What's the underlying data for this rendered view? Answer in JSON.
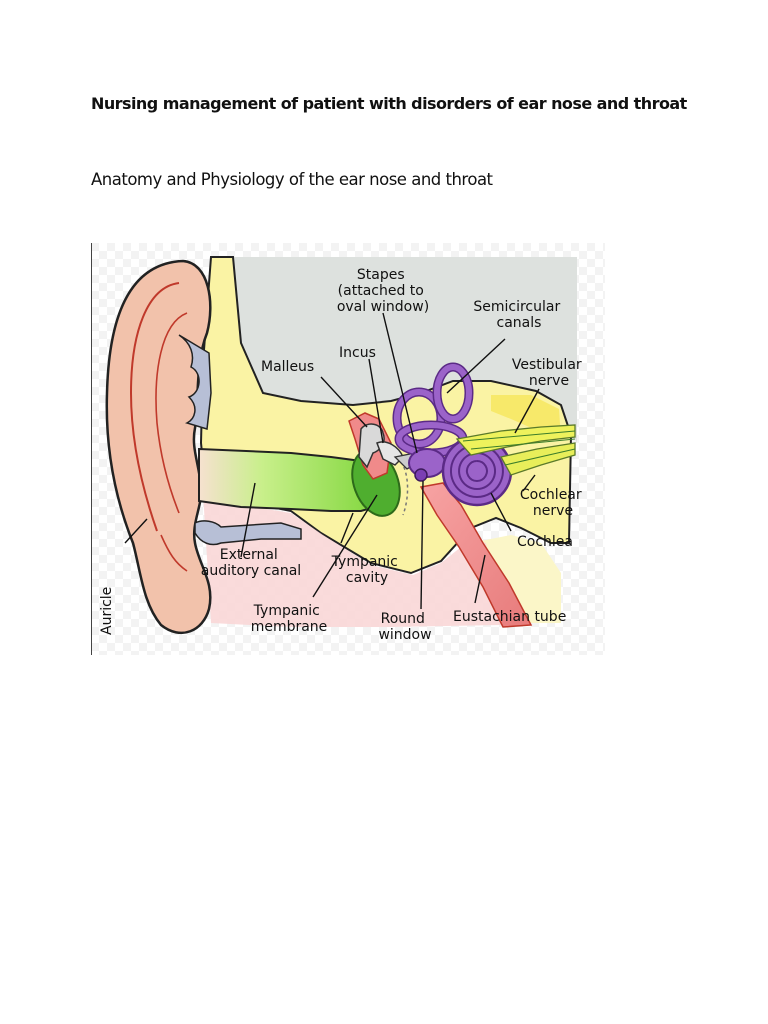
{
  "document": {
    "title": "Nursing management of patient with disorders of ear nose and throat",
    "section_heading": "Anatomy and Physiology of the ear nose and throat"
  },
  "figure": {
    "labels": {
      "stapes": [
        "Stapes",
        "(attached to",
        "oval window)"
      ],
      "semicircular_canals": [
        "Semicircular",
        "canals"
      ],
      "malleus": "Malleus",
      "incus": "Incus",
      "vestibular_nerve": [
        "Vestibular",
        "nerve"
      ],
      "cochlear_nerve": [
        "Cochlear",
        "nerve"
      ],
      "cochlea": "Cochlea",
      "external_auditory_canal": [
        "External",
        "auditory canal"
      ],
      "tympanic_cavity": [
        "Tympanic",
        "cavity"
      ],
      "tympanic_membrane": [
        "Tympanic",
        "membrane"
      ],
      "round_window": [
        "Round",
        "window"
      ],
      "eustachian_tube": "Eustachian tube",
      "auricle": "Auricle"
    },
    "colors": {
      "background_checker": "#f3f3f3",
      "upper_skull": "#dde1de",
      "bone": "#faf3a4",
      "bone_dark": "#f7e96a",
      "skin": "#f2c2ab",
      "ear_outline": "#c0392b",
      "canal_green": "#7fd63b",
      "membrane_green": "#4fae2f",
      "cartilage": "#b7bfd6",
      "inner_ear": "#9b63c9",
      "tube_red": "#f08a8a",
      "nerve_yellow": "#eef25c",
      "pink_tissue": "#f9d5d5"
    }
  }
}
